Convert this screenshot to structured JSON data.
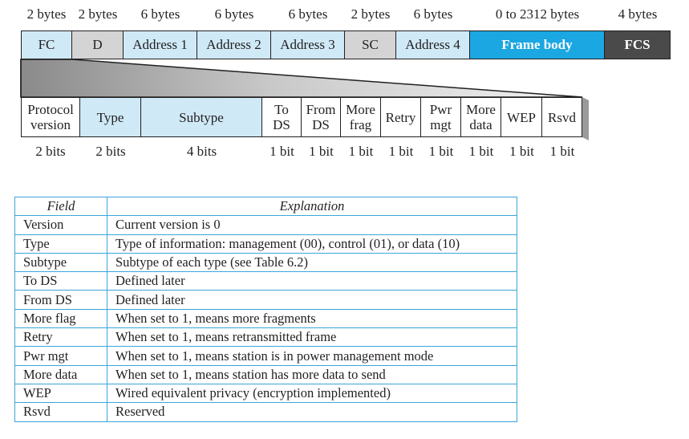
{
  "frame": {
    "fields": [
      {
        "label": "FC",
        "size": "2 bytes"
      },
      {
        "label": "D",
        "size": "2 bytes"
      },
      {
        "label": "Address 1",
        "size": "6 bytes"
      },
      {
        "label": "Address 2",
        "size": "6 bytes"
      },
      {
        "label": "Address 3",
        "size": "6 bytes"
      },
      {
        "label": "SC",
        "size": "2 bytes"
      },
      {
        "label": "Address 4",
        "size": "6 bytes"
      },
      {
        "label": "Frame body",
        "size": "0 to 2312 bytes"
      },
      {
        "label": "FCS",
        "size": "4 bytes"
      }
    ]
  },
  "fc": {
    "subfields": [
      {
        "line1": "Protocol",
        "line2": "version",
        "size": "2 bits"
      },
      {
        "line1": "Type",
        "line2": "",
        "size": "2 bits"
      },
      {
        "line1": "Subtype",
        "line2": "",
        "size": "4 bits"
      },
      {
        "line1": "To",
        "line2": "DS",
        "size": "1 bit"
      },
      {
        "line1": "From",
        "line2": "DS",
        "size": "1 bit"
      },
      {
        "line1": "More",
        "line2": "frag",
        "size": "1 bit"
      },
      {
        "line1": "Retry",
        "line2": "",
        "size": "1 bit"
      },
      {
        "line1": "Pwr",
        "line2": "mgt",
        "size": "1 bit"
      },
      {
        "line1": "More",
        "line2": "data",
        "size": "1 bit"
      },
      {
        "line1": "WEP",
        "line2": "",
        "size": "1 bit"
      },
      {
        "line1": "Rsvd",
        "line2": "",
        "size": "1 bit"
      }
    ]
  },
  "table": {
    "headers": [
      "Field",
      "Explanation"
    ],
    "rows": [
      [
        "Version",
        "Current version is 0"
      ],
      [
        "Type",
        "Type of information: management (00), control (01), or data (10)"
      ],
      [
        "Subtype",
        "Subtype of each type (see Table 6.2)"
      ],
      [
        "To DS",
        "Defined later"
      ],
      [
        "From DS",
        "Defined later"
      ],
      [
        "More flag",
        "When set to 1, means more fragments"
      ],
      [
        "Retry",
        "When set to 1, means retransmitted frame"
      ],
      [
        "Pwr mgt",
        "When set to 1, means station is in power management mode"
      ],
      [
        "More data",
        "When set to 1, means station has more data to send"
      ],
      [
        "WEP",
        "Wired equivalent privacy (encryption implemented)"
      ],
      [
        "Rsvd",
        "Reserved"
      ]
    ]
  },
  "colors": {
    "light_blue": "#cfe9f7",
    "gray": "#d4d4d4",
    "bright_blue": "#1ba7e2",
    "dark_gray": "#4a4a4a",
    "table_border": "#3aa6d8"
  }
}
